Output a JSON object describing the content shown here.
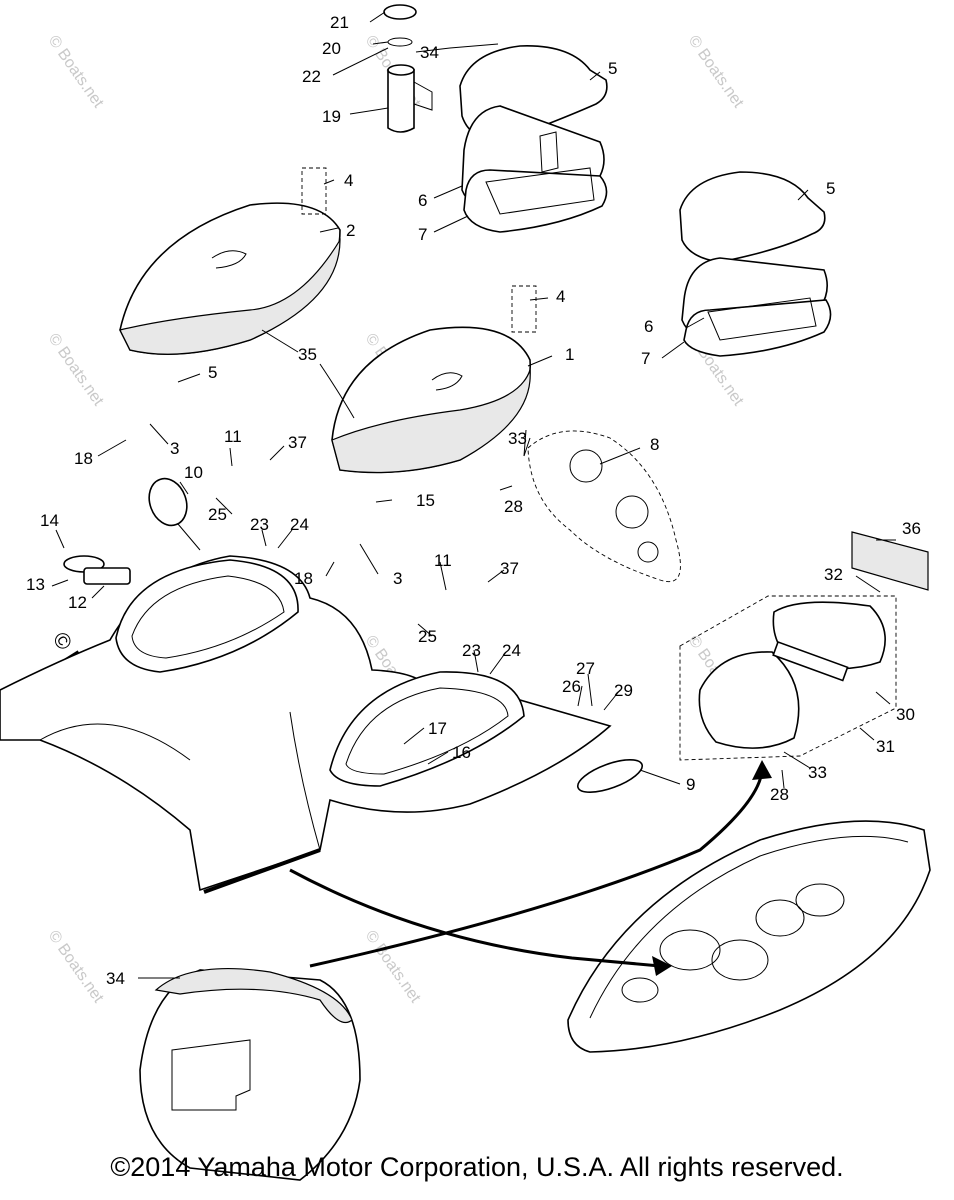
{
  "callouts": {
    "c1": "1",
    "c2": "2",
    "c3a": "3",
    "c3b": "3",
    "c4a": "4",
    "c4b": "4",
    "c5a": "5",
    "c5b": "5",
    "c5c": "5",
    "c6a": "6",
    "c6b": "6",
    "c7a": "7",
    "c7b": "7",
    "c8": "8",
    "c9": "9",
    "c10": "10",
    "c11a": "11",
    "c11b": "11",
    "c12": "12",
    "c13": "13",
    "c14": "14",
    "c15": "15",
    "c16": "16",
    "c17": "17",
    "c18a": "18",
    "c18b": "18",
    "c19": "19",
    "c20": "20",
    "c21": "21",
    "c22": "22",
    "c23a": "23",
    "c23b": "23",
    "c24a": "24",
    "c24b": "24",
    "c25a": "25",
    "c25b": "25",
    "c26": "26",
    "c27": "27",
    "c28a": "28",
    "c28b": "28",
    "c29": "29",
    "c30": "30",
    "c31": "31",
    "c32": "32",
    "c33a": "33",
    "c33b": "33",
    "c34a": "34",
    "c34b": "34",
    "c35": "35",
    "c36": "36",
    "c37a": "37",
    "c37b": "37"
  },
  "watermark": "© Boats.net",
  "copyright": "©2014 Yamaha Motor Corporation, U.S.A. All rights reserved."
}
